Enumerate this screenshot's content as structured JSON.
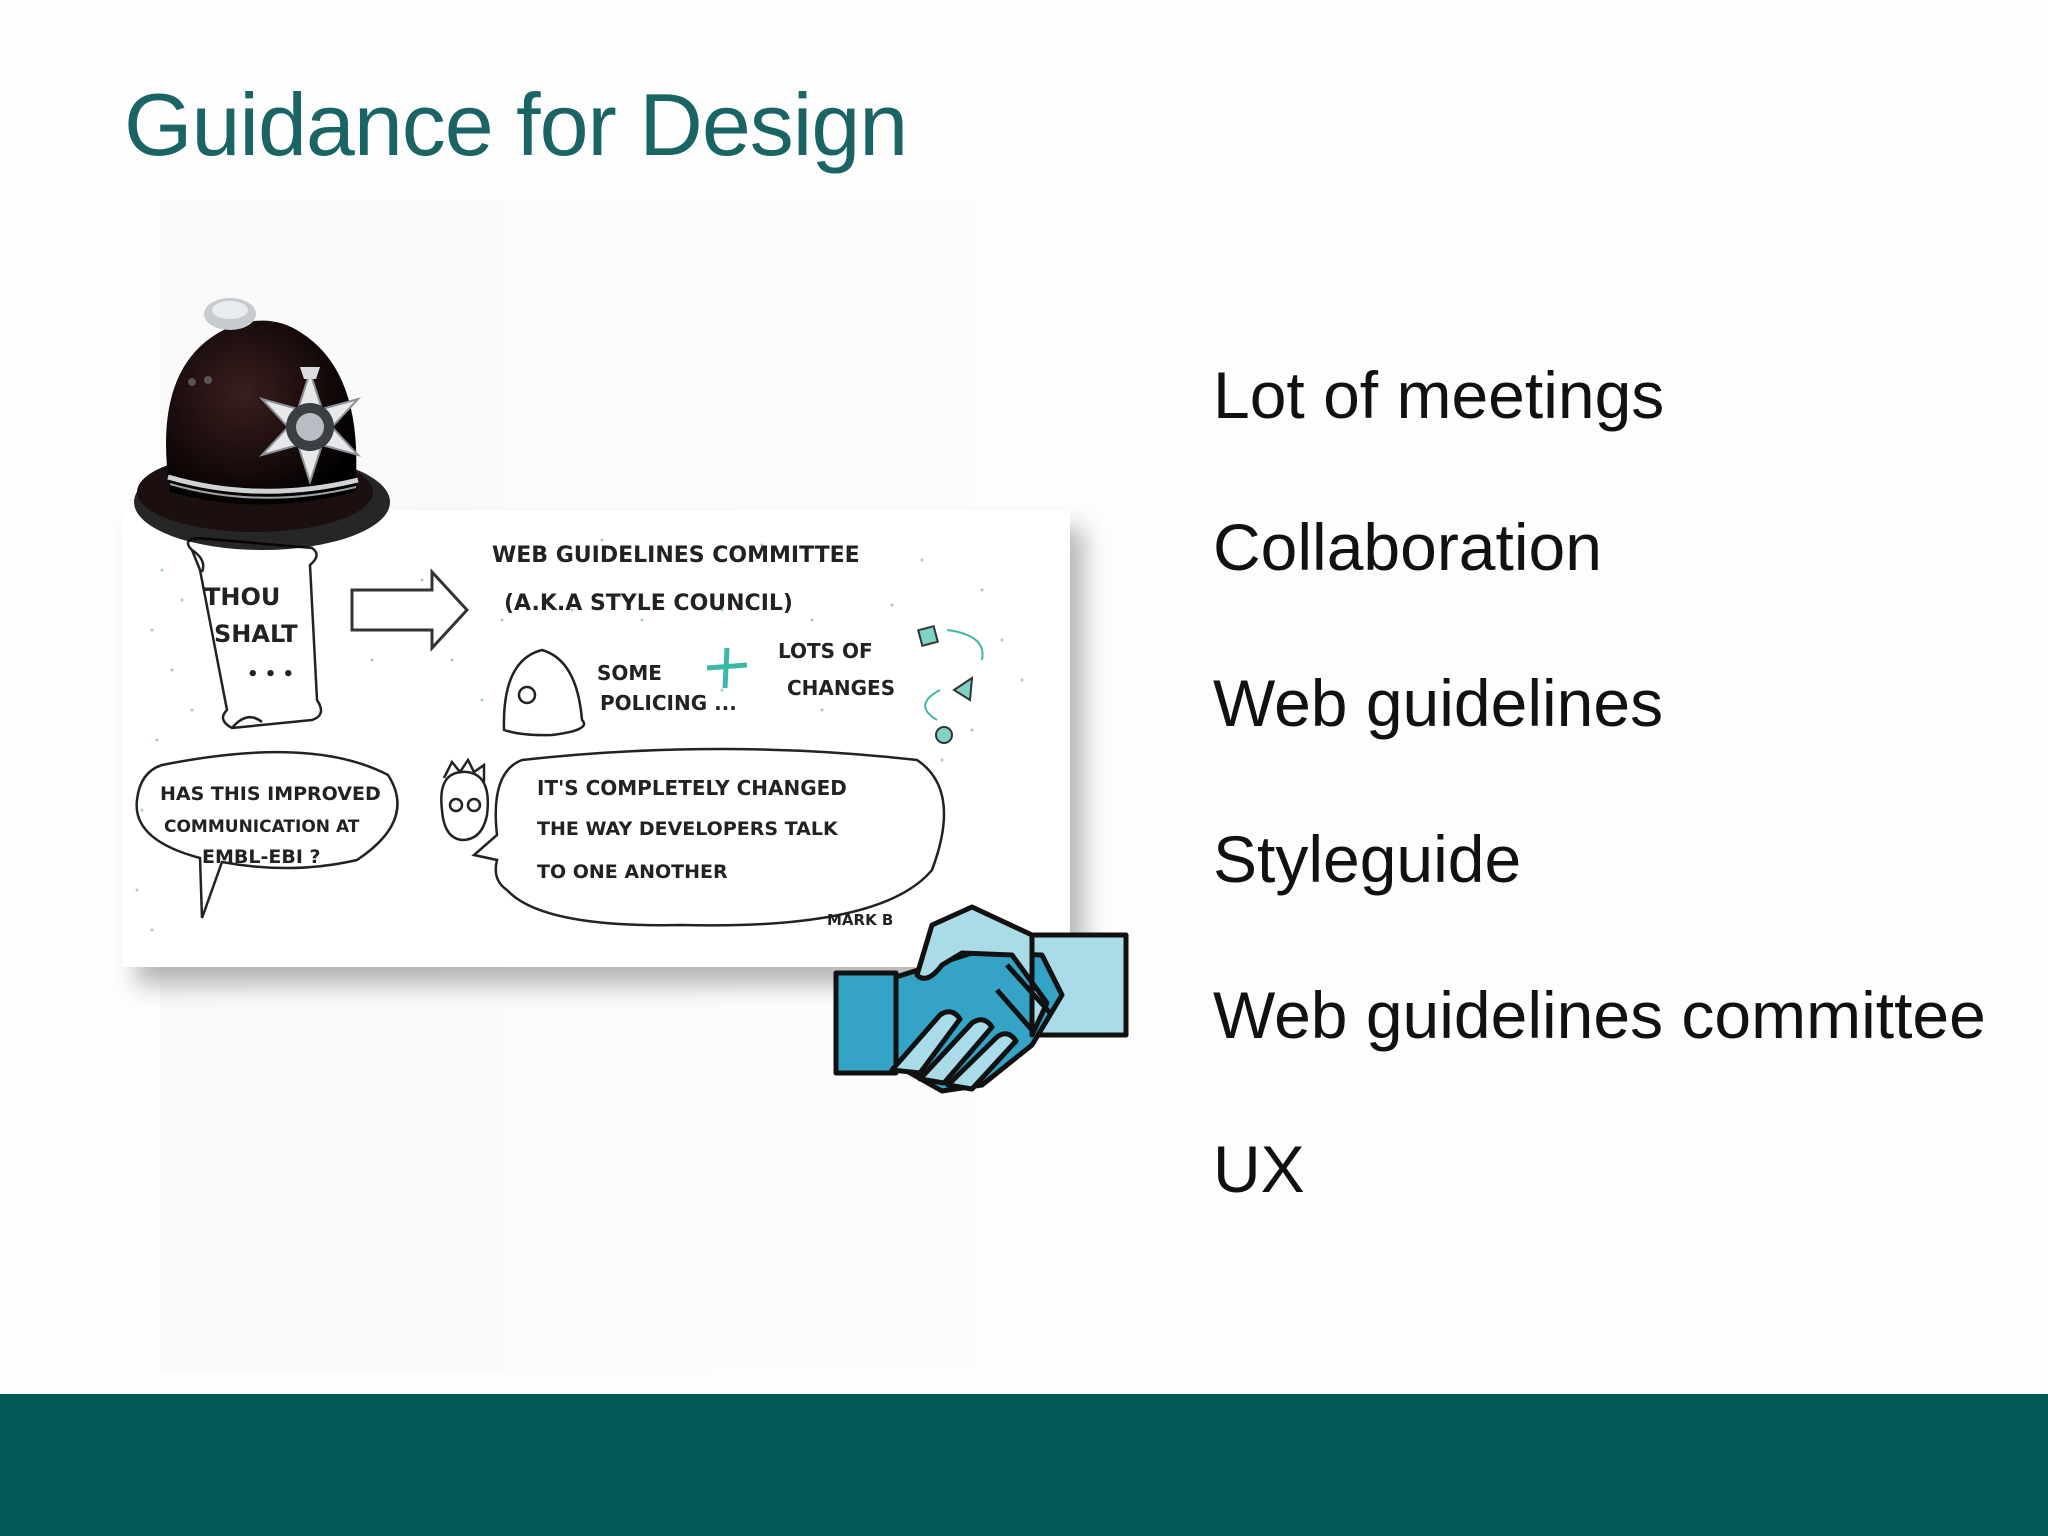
{
  "slide": {
    "title": "Guidance for Design",
    "bullets": [
      "Lot of meetings",
      "Collaboration",
      "Web guidelines",
      "Styleguide",
      "Web guidelines committee",
      "UX"
    ]
  },
  "sketch": {
    "scroll_line1": "THOU",
    "scroll_line2": "SHALT",
    "scroll_line3": "• • •",
    "committee_line1": "WEB GUIDELINES COMMITTEE",
    "committee_line2": "(A.K.A  STYLE  COUNCIL)",
    "policing_line1": "SOME",
    "policing_line2": "POLICING ...",
    "changes_line1": "LOTS OF",
    "changes_line2": "CHANGES",
    "question_line1": "HAS THIS IMPROVED",
    "question_line2": "COMMUNICATION AT",
    "question_line3": "EMBL-EBI ?",
    "answer_line1": "IT'S COMPLETELY CHANGED",
    "answer_line2": "THE WAY DEVELOPERS TALK",
    "answer_line3": "TO ONE ANOTHER",
    "signature": "MARK B"
  },
  "colors": {
    "title": "#1a6465",
    "footer": "#025856",
    "accent_teal": "#3cb8a6",
    "handshake_dark": "#35a3c6",
    "handshake_light": "#aadbe9"
  },
  "icons": {
    "helmet": "police-helmet-icon",
    "handshake": "handshake-icon"
  }
}
